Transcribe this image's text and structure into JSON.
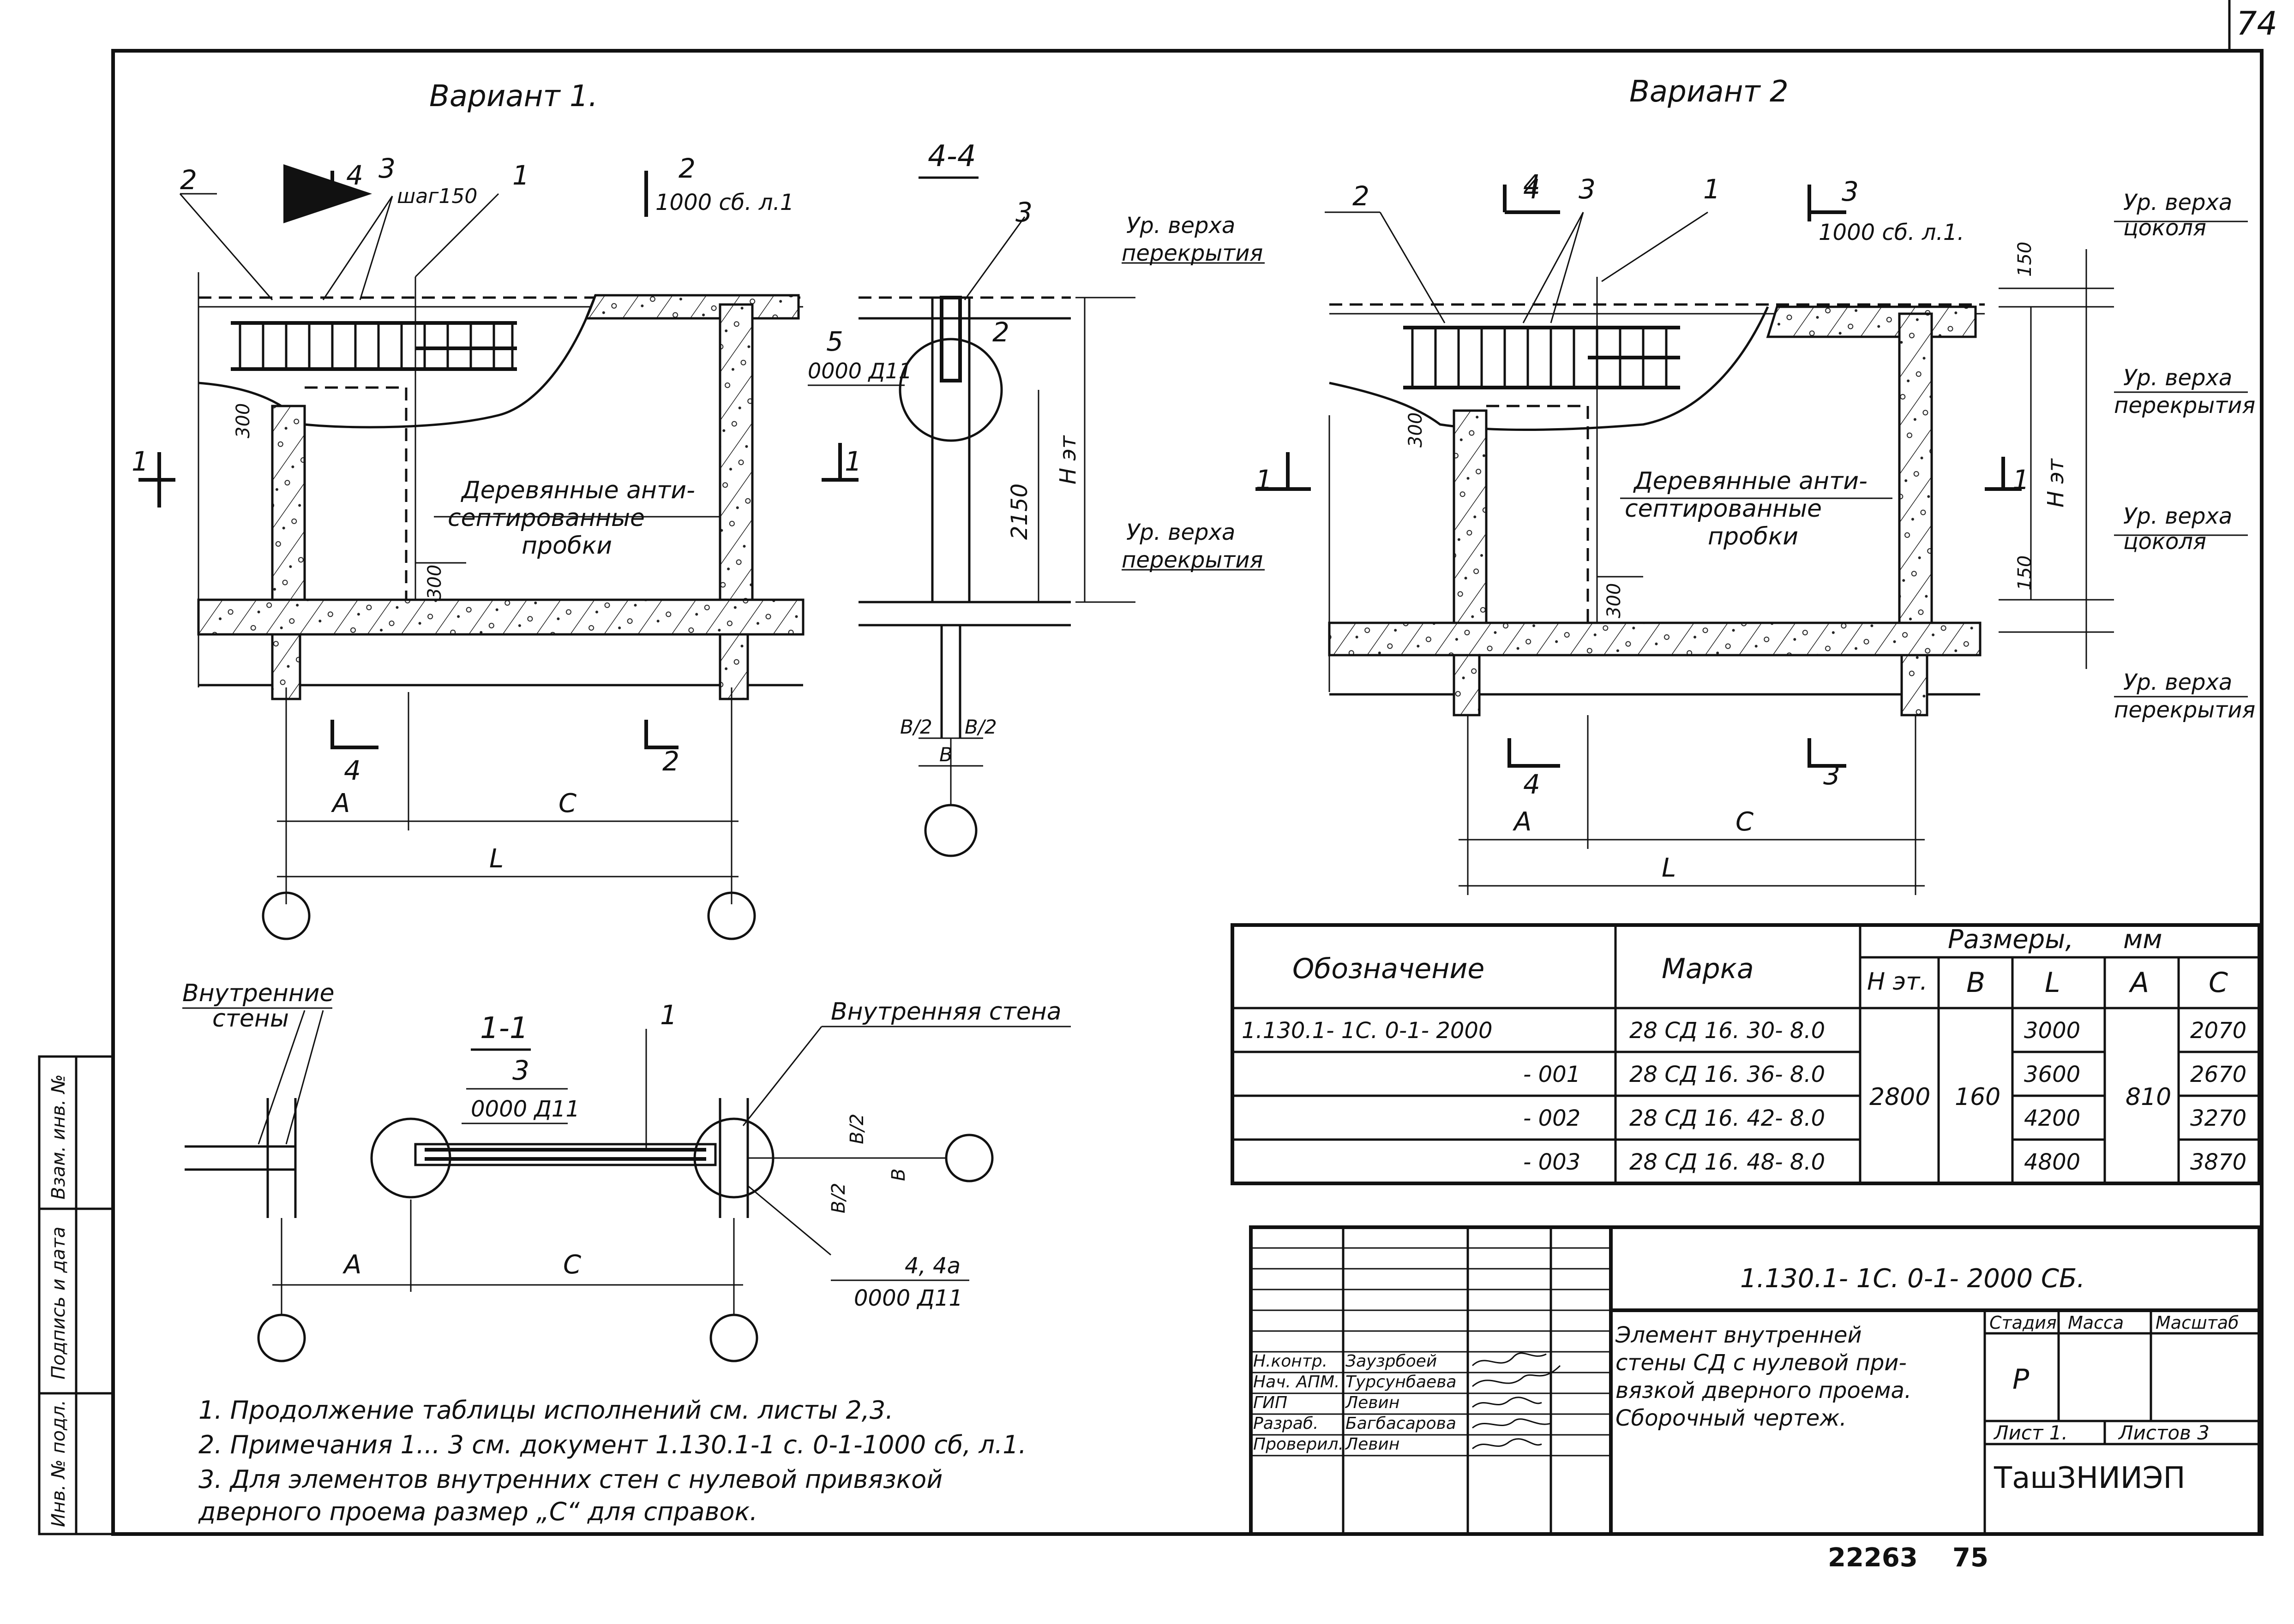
{
  "sheet": {
    "corner_number": "74",
    "footer_number": "22263",
    "footer_page": "75"
  },
  "variant1": {
    "title": "Вариант 1.",
    "section_marks": [
      "4",
      "2",
      "1",
      "1",
      "4",
      "2"
    ],
    "callouts": [
      "2",
      "3",
      "1"
    ],
    "step_label": "шаг150",
    "ref_note": "1000 сб. л.1",
    "dim_300_a": "300",
    "dim_300_b": "300",
    "note_line1": "Деревянные анти-",
    "note_line2": "септированные",
    "note_line3": "пробки",
    "dim_A": "A",
    "dim_C": "C",
    "dim_L": "L"
  },
  "section44": {
    "title": "4-4",
    "callout3": "3",
    "callout5": "5",
    "callout2": "2",
    "node_ref": "0000 Д11",
    "level_top_line1": "Ур. верха",
    "level_top_line2": "перекрытия",
    "level_bot_line1": "Ур. верха",
    "level_bot_line2": "перекрытия",
    "dim_2150": "2150",
    "dim_Het": "H эт",
    "dim_B2a": "B/2",
    "dim_B2b": "B/2",
    "dim_B": "B"
  },
  "variant2": {
    "title": "Вариант 2",
    "section_marks": [
      "4",
      "3",
      "1",
      "1",
      "4",
      "3"
    ],
    "callouts": [
      "2",
      "4",
      "3",
      "1"
    ],
    "ref_note": "1000 сб. л.1.",
    "dim_150_a": "150",
    "dim_150_b": "150",
    "dim_300_a": "300",
    "dim_300_b": "300",
    "dim_Het": "H эт",
    "levels": [
      {
        "l1": "Ур. верха",
        "l2": "цоколя"
      },
      {
        "l1": "Ур. верха",
        "l2": "перекрытия"
      },
      {
        "l1": "Ур. верха",
        "l2": "цоколя"
      },
      {
        "l1": "Ур. верха",
        "l2": "перекрытия"
      }
    ],
    "note_line1": "Деревянные анти-",
    "note_line2": "септированные",
    "note_line3": "пробки",
    "dim_A": "A",
    "dim_C": "C",
    "dim_L": "L"
  },
  "section11": {
    "title": "1-1",
    "callout1": "1",
    "callout3": "3",
    "node_ref": "0000 Д11",
    "inner_walls_line1": "Внутренние",
    "inner_walls_line2": "стены",
    "inner_wall": "Внутренняя стена",
    "node_ref2_line1": "4, 4а",
    "node_ref2_line2": "0000 Д11",
    "dim_B2a": "B/2",
    "dim_B2b": "B/2",
    "dim_B": "B",
    "dim_A": "A",
    "dim_C": "C"
  },
  "spec_table": {
    "col_designation": "Обозначение",
    "col_mark": "Марка",
    "col_sizes": "Размеры,",
    "col_sizes_unit": "мм",
    "col_het": "H эт.",
    "col_b": "B",
    "col_l": "L",
    "col_a": "A",
    "col_c": "C",
    "rows": [
      {
        "designation": "1.130.1- 1С. 0-1- 2000",
        "mark": "28 СД 16. 30- 8.0",
        "l": "3000",
        "c": "2070"
      },
      {
        "designation": "- 001",
        "mark": "28 СД 16. 36- 8.0",
        "l": "3600",
        "c": "2670"
      },
      {
        "designation": "- 002",
        "mark": "28 СД 16. 42- 8.0",
        "l": "4200",
        "c": "3270"
      },
      {
        "designation": "- 003",
        "mark": "28 СД 16. 48- 8.0",
        "l": "4800",
        "c": "3870"
      }
    ],
    "het_value": "2800",
    "b_value": "160",
    "a_value": "810"
  },
  "notes": [
    "1. Продолжение таблицы исполнений см. листы 2,3.",
    "2. Примечания 1... 3 см. документ 1.130.1-1 с. 0-1-1000 сб, л.1.",
    "3. Для элементов внутренних стен с нулевой привязкой",
    "дверного проема размер „С“ для справок."
  ],
  "side_stamp": {
    "inv_dupl": "Взам. инв. №",
    "sign_date": "Подпись и дата",
    "inv_orig": "Инв. № подл."
  },
  "title_block": {
    "doc_code": "1.130.1- 1С. 0-1- 2000 СБ.",
    "title_line1": "Элемент внутренней",
    "title_line2": "стены СД с нулевой при-",
    "title_line3": "вязкой дверного проема.",
    "title_line4": "Сборочный чертеж.",
    "stage_label": "Стадия",
    "mass_label": "Масса",
    "scale_label": "Масштаб",
    "stage_value": "Р",
    "sheet_label": "Лист 1.",
    "sheets_label": "Листов 3",
    "org": "ТашЗНИИЭП",
    "roles": [
      {
        "role": "Н.контр.",
        "name": "Заузрбоей"
      },
      {
        "role": "Нач. АПМ.",
        "name": "Турсунбаева"
      },
      {
        "role": "ГИП",
        "name": "Левин"
      },
      {
        "role": "Разраб.",
        "name": "Багбасарова"
      },
      {
        "role": "Проверил.",
        "name": "Левин"
      }
    ]
  }
}
